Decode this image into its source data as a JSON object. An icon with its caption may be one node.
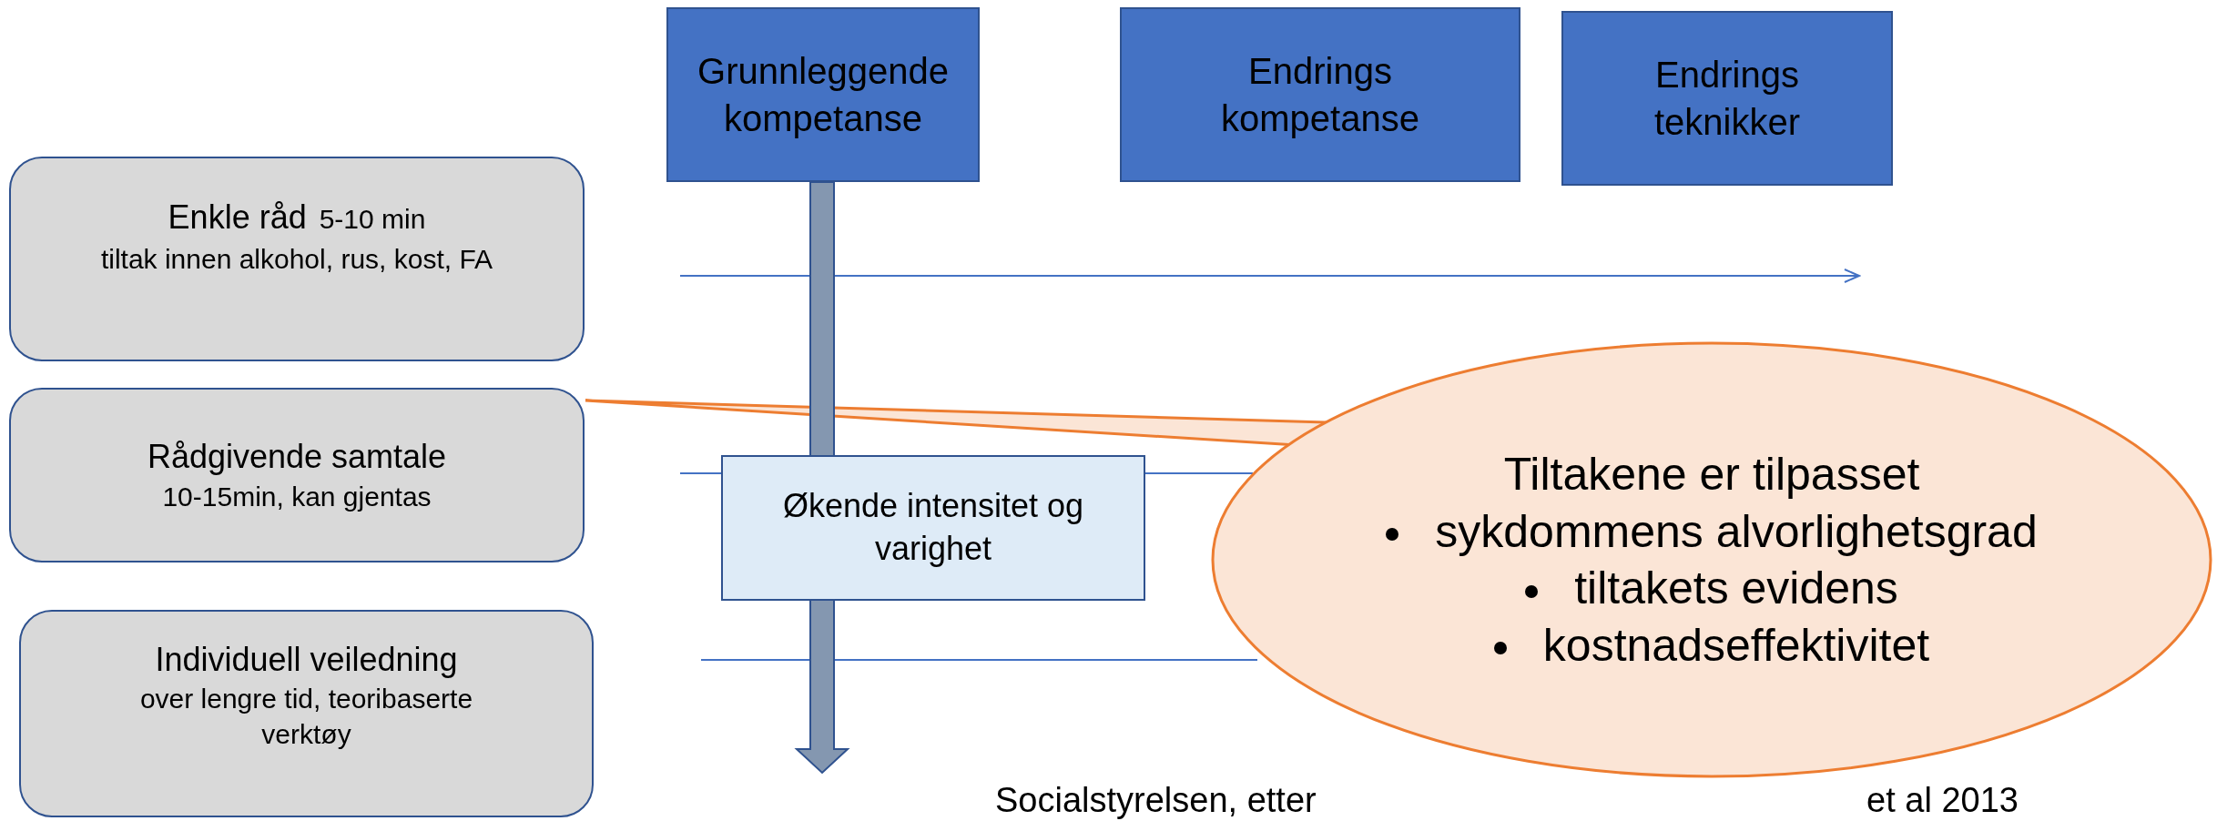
{
  "diagram": {
    "nodes": [
      {
        "text": [
          "Grunnleggende kompetanse"
        ]
      },
      {
        "text": [
          "Endrings kompetanse"
        ]
      },
      {
        "text": [
          "Endrings teknikker"
        ]
      },
      {
        "text": [
          "Enkle råd",
          "5-10 min",
          "tiltak innen alkohol, rus, kost, FA"
        ]
      },
      {
        "text": [
          "Rådgivende samtale",
          "10-15min, kan gjentas"
        ]
      },
      {
        "text": [
          "Individuell veiledning",
          "over lengre tid, teoribaserte verktøy"
        ]
      },
      {
        "text": [
          "Økende intensitet og varighet"
        ]
      },
      {
        "text": [
          "Tiltakene er tilpasset",
          "sykdommens alvorlighetsgrad",
          "tiltakets evidens",
          "kostnadseffektivitet"
        ]
      }
    ],
    "edges": [
      {
        "from": 7,
        "to": 4,
        "arrow": "none"
      },
      {
        "from": 0,
        "to": null,
        "arrow": "to",
        "style": "thick",
        "color": "#8497b0"
      }
    ],
    "labels": [
      "Socialstyrelsen, etter",
      "et al 2013"
    ]
  }
}
